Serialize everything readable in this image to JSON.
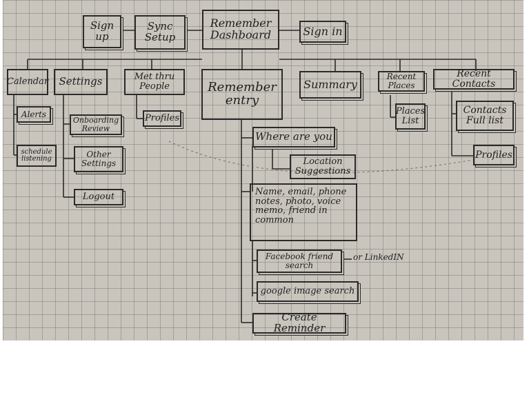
{
  "diagram": {
    "nodes": {
      "sign_up": "Sign up",
      "sync_setup": "Sync Setup",
      "dashboard": "Remember Dashboard",
      "sign_in": "Sign in",
      "calendar": "Calendar",
      "settings": "Settings",
      "met_thru_people": "Met thru People",
      "remember_entry": "Remember entry",
      "summary": "Summary",
      "recent_places": "Recent Places",
      "recent_contacts": "Recent Contacts",
      "alerts": "Alerts",
      "schedule_listening": "schedule listening",
      "onboarding_review": "Onboarding Review",
      "other_settings": "Other Settings",
      "logout": "Logout",
      "profiles_people": "Profiles",
      "places_list": "Places List",
      "contacts_full_list": "Contacts Full list",
      "profiles_contacts": "Profiles",
      "where_are_you": "Where are you",
      "location_suggestions": "Location Suggestions",
      "entry_details": "Name, email, phone notes, photo, voice memo, friend in common",
      "facebook_search": "Facebook friend search",
      "google_image_search": "google image search",
      "create_reminder": "Create Reminder"
    },
    "annotations": {
      "linkedin_note": "or LinkedIN"
    }
  }
}
